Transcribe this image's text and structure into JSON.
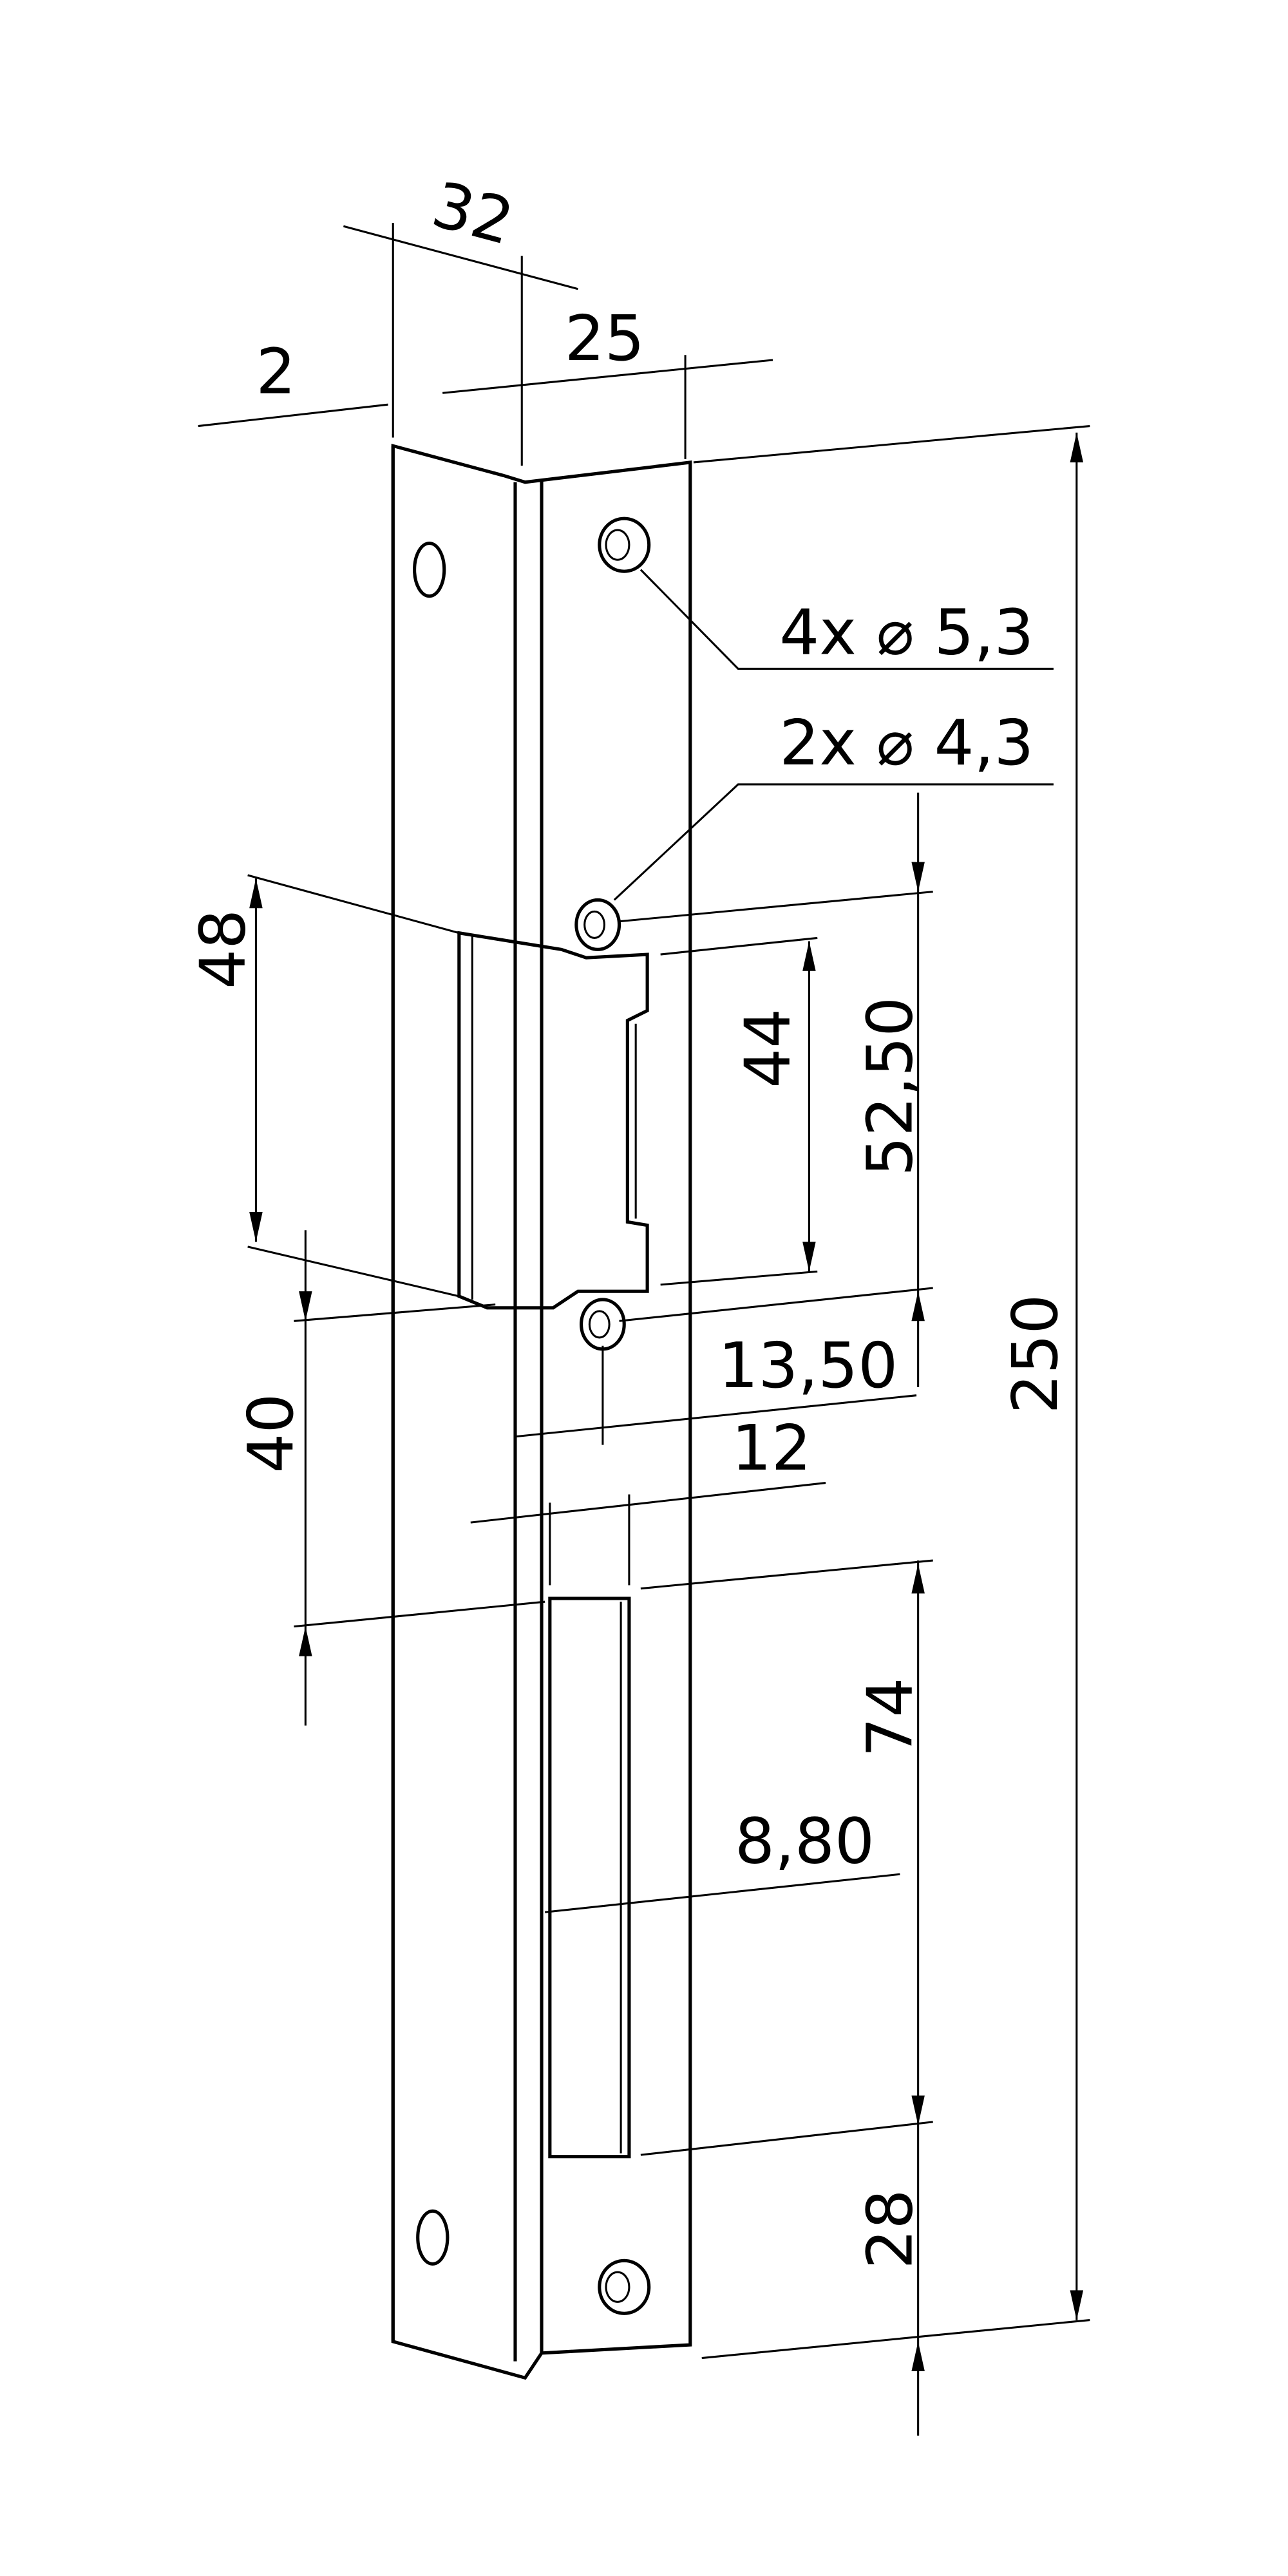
{
  "drawing": {
    "line_color": "#000000",
    "background": "#ffffff",
    "dimensions": {
      "total_width": "32",
      "flange_thickness": "2",
      "plate_width": "25",
      "hole_large": "4x ⌀ 5,3",
      "hole_small": "2x ⌀ 4,3",
      "strike_height": "48",
      "opening_height": "44",
      "hole_spacing": "52,50",
      "hole_offset": "13,50",
      "slot_offset": "12",
      "gap_to_slot": "40",
      "slot_length": "74",
      "slot_width": "8,80",
      "bottom_margin": "28",
      "overall_length": "250"
    }
  }
}
